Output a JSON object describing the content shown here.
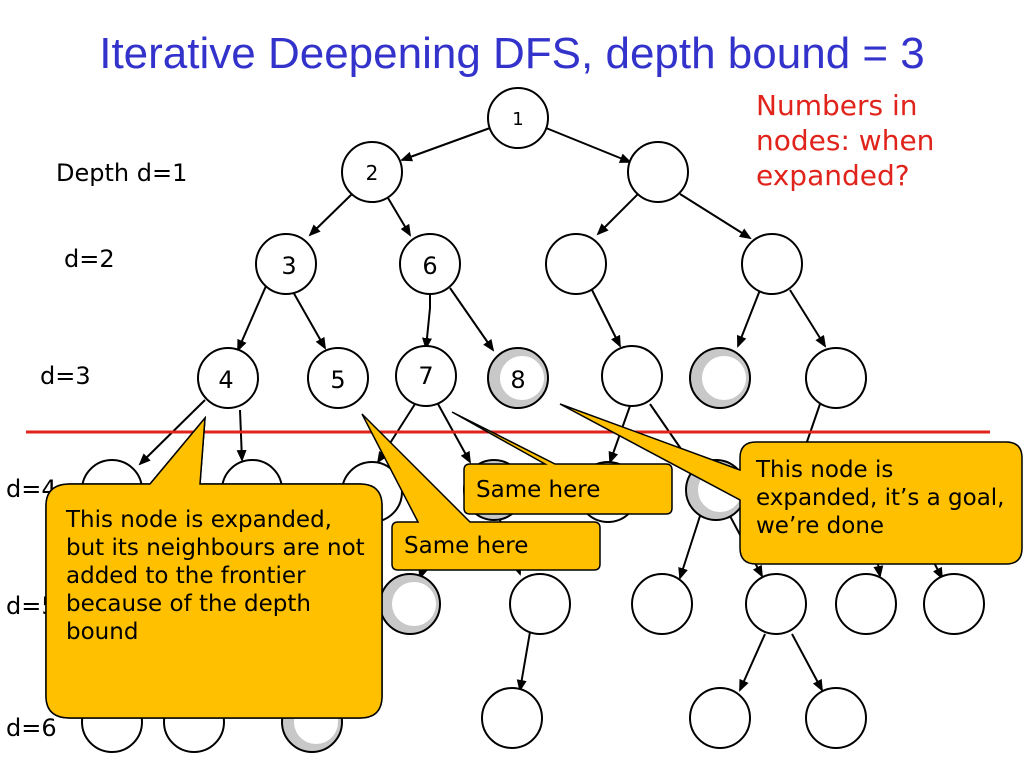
{
  "title": "Iterative Deepening DFS, depth bound = 3",
  "note": "Numbers in nodes: when expanded?",
  "depth_labels": [
    "Depth d=1",
    "d=2",
    "d=3",
    "d=4",
    "d=5",
    "d=6"
  ],
  "nodes": [
    "1",
    "2",
    "3",
    "4",
    "5",
    "6",
    "7",
    "8"
  ],
  "callouts": {
    "depth_bound": "This node is expanded,\nbut its neighbours are not added to the frontier because of the depth bound",
    "same_here_1": "Same here",
    "same_here_2": "Same here",
    "goal": "This node is expanded, it’s a goal, we’re done"
  },
  "colors": {
    "title": "#3333cc",
    "note": "#e0231b",
    "bound_line": "#e0231b",
    "callout_fill": "#ffc000",
    "callout_border": "#000000",
    "node_fill": "#ffffff",
    "node_shaded": "#c8c8c8"
  }
}
